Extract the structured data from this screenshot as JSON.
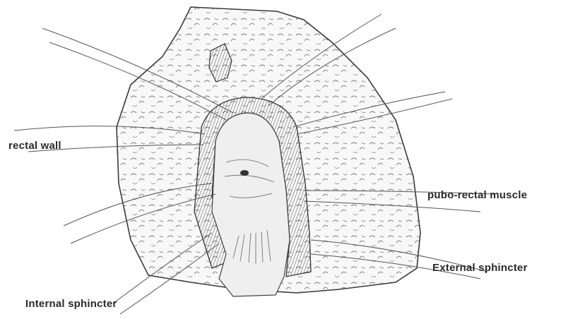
{
  "labels": {
    "rectal_wall": "rectal wall",
    "pubo_rectal_muscle": "pubo-rectal muscle",
    "external_sphincter": "External sphincter",
    "internal_sphincter": "Internal sphincter"
  },
  "colors": {
    "ink": "#3a3a3a",
    "tissue": "#f7f7f7",
    "lumen": "#ececec"
  }
}
